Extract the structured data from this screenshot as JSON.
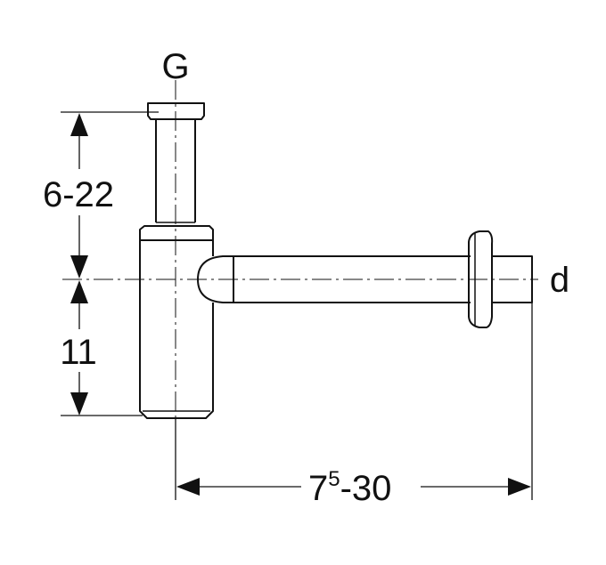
{
  "diagram": {
    "labels": {
      "thread": "G",
      "outlet_diameter": "d",
      "height_range": "6-22",
      "offset": "11",
      "length_range": {
        "base": "7",
        "superscript": "5",
        "rest": "-30"
      }
    },
    "colors": {
      "line": "#111111",
      "background": "#ffffff"
    }
  }
}
